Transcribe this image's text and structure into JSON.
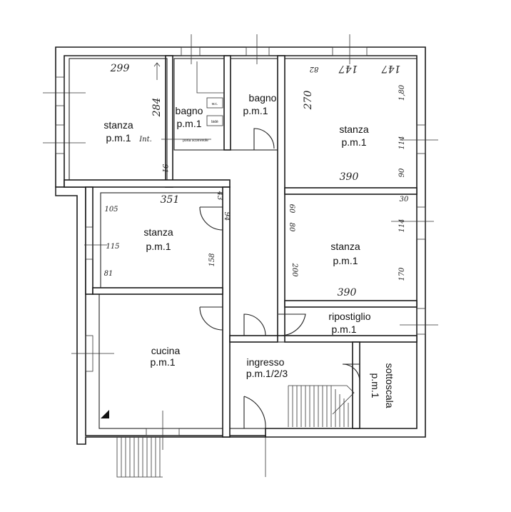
{
  "rooms": {
    "stanza_nw": {
      "name": "stanza",
      "floor": "p.m.1"
    },
    "bagno_small": {
      "name": "bagno",
      "floor": "p.m.1"
    },
    "bagno": {
      "name": "bagno",
      "floor": "p.m.1"
    },
    "stanza_ne": {
      "name": "stanza",
      "floor": "p.m.1"
    },
    "stanza_mid": {
      "name": "stanza",
      "floor": "p.m.1"
    },
    "stanza_e": {
      "name": "stanza",
      "floor": "p.m.1"
    },
    "ripostiglio": {
      "name": "ripostiglio",
      "floor": "p.m.1"
    },
    "cucina": {
      "name": "cucina",
      "floor": "p.m.1"
    },
    "ingresso": {
      "name": "ingresso",
      "floor": "p.m.1/2/3"
    },
    "sottoscala": {
      "name": "sottoscala",
      "floor": "p.m.1"
    }
  },
  "fixtures": {
    "wc": "w.c.",
    "bide": "bidè",
    "porta": "porta scorrevole"
  },
  "dimensions": {
    "nw_top": "299",
    "nw_side": "284",
    "nw_small": "Int.",
    "nw_bottom": "91",
    "ne_left": "270",
    "ne_top_a": "82",
    "ne_top_b": "147",
    "ne_top_c": "147",
    "ne_right_a": "1,80",
    "ne_right_b": "114",
    "ne_bottom": "390",
    "ne_corner": "90",
    "mid_top": "351",
    "mid_corner": "43",
    "mid_left": "105",
    "mid_door": "94",
    "mid_side": "115",
    "mid_right": "158",
    "mid_bottom_left": "81",
    "e_corner": "30",
    "e_door_a": "60",
    "e_door_b": "80",
    "e_right": "114",
    "e_left": "200",
    "e_bottom": "390",
    "e_right_b": "170"
  }
}
